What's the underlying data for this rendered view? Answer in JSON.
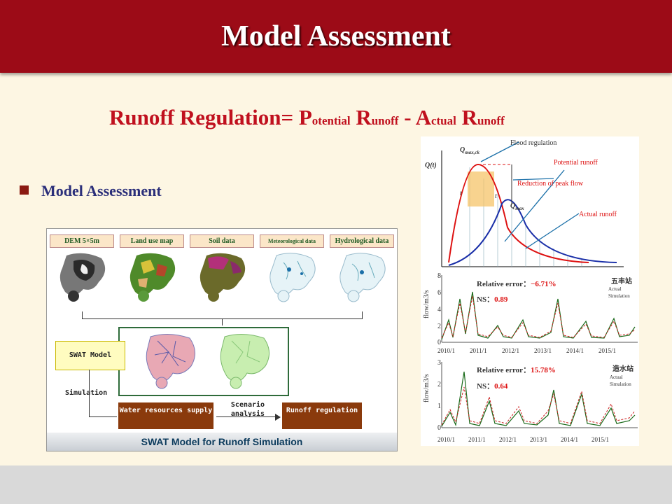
{
  "title": "Model Assessment",
  "formula": {
    "lhs": "Runoff Regulation=",
    "p_big": "P",
    "p_small": "otential",
    "r1_big": "R",
    "r1_small": "unoff",
    "minus": "-",
    "a_big": "A",
    "a_small": "ctual",
    "r2_big": "R",
    "r2_small": "unoff"
  },
  "bullet": "Model Assessment",
  "diagram": {
    "inputs": [
      "DEM 5×5m",
      "Land use map",
      "Soil data",
      "Meteorological data",
      "Hydrological data"
    ],
    "swat_model": "SWAT Model",
    "simulation": "Simulation",
    "water_supply": "Water resources supply",
    "scenario": "Scenario analysis",
    "runoff_regulation": "Runoff regulation",
    "footer": "SWAT Model for Runoff Simulation"
  },
  "hydrograph": {
    "ylabel": "Q(t)",
    "q_max_label": "Q",
    "q_max_sub": "max,ck",
    "q_max2": "Q",
    "q_max2_sub": "max",
    "flood_regulation": "Flood regulation",
    "potential_runoff": "Potential runoff",
    "reduction": "Reduction of peak flow",
    "actual_runoff": "Actual runoff",
    "t1": "t",
    "t2": "t"
  },
  "charts": [
    {
      "station": "五丰站",
      "re_label": "Relative error：",
      "re_value": "−6.71%",
      "ns_label": "NS：",
      "ns_value": "0.89",
      "ylabel": "flow/m3/s",
      "yticks": [
        "0",
        "2",
        "4",
        "6",
        "8"
      ],
      "xticks": [
        "2010/1",
        "2011/1",
        "2012/1",
        "2013/1",
        "2014/1",
        "2015/1"
      ],
      "legend": [
        "Actual",
        "Simulation"
      ]
    },
    {
      "station": "造水站",
      "re_label": "Relative error：",
      "re_value": "15.78%",
      "ns_label": "NS：",
      "ns_value": "0.64",
      "ylabel": "flow/m3/s",
      "yticks": [
        "0",
        "1",
        "2",
        "3"
      ],
      "xticks": [
        "2010/1",
        "2011/1",
        "2012/1",
        "2013/1",
        "2014/1",
        "2015/1"
      ],
      "legend": [
        "Actual",
        "Simulation"
      ]
    }
  ],
  "colors": {
    "title_bar": "#9c0b17",
    "formula": "#c0101e",
    "bullet_text": "#2b2f7a",
    "box_brown": "#8a3a0c"
  }
}
